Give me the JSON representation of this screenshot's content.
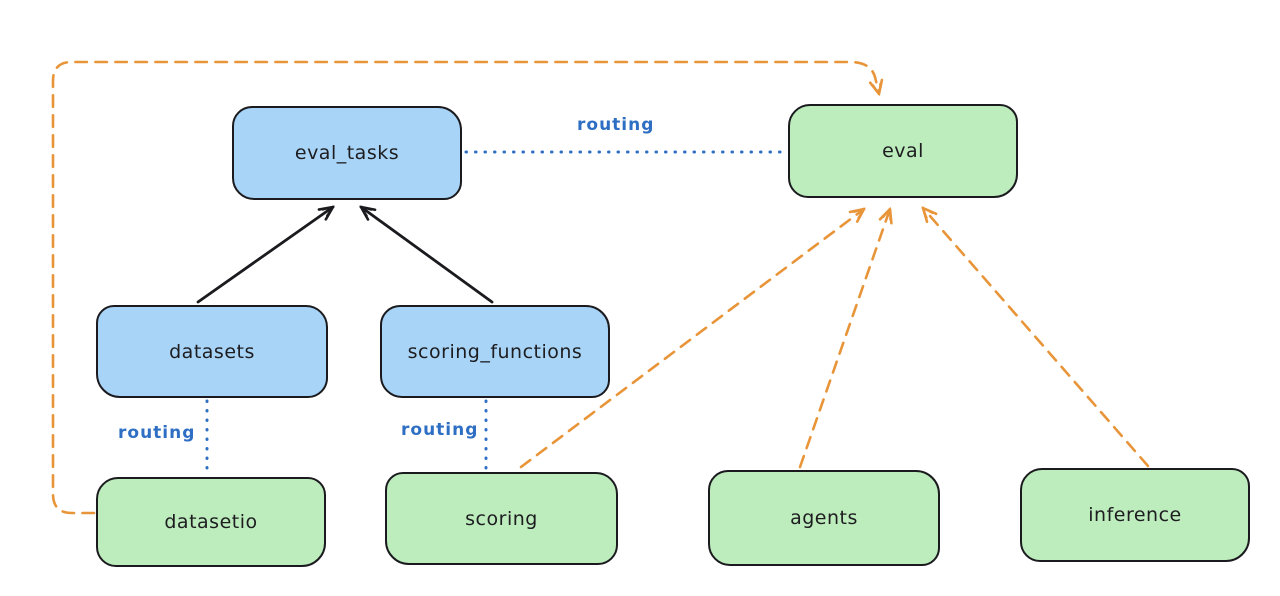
{
  "colors": {
    "background": "#ffffff",
    "node_stroke": "#1b1b1f",
    "node_fill_blue": "#a8d4f7",
    "node_fill_green": "#bdecbd",
    "routing_line_blue": "#2e6fc4",
    "dashed_arrow_orange": "#e8953a",
    "solid_arrow_black": "#1b1b1f"
  },
  "nodes": {
    "eval_tasks": {
      "label": "eval_tasks",
      "fill": "#a8d4f7",
      "color_group": "blue"
    },
    "eval": {
      "label": "eval",
      "fill": "#bdecbd",
      "color_group": "green"
    },
    "datasets": {
      "label": "datasets",
      "fill": "#a8d4f7",
      "color_group": "blue"
    },
    "scoring_functions": {
      "label": "scoring_functions",
      "fill": "#a8d4f7",
      "color_group": "blue"
    },
    "datasetio": {
      "label": "datasetio",
      "fill": "#bdecbd",
      "color_group": "green"
    },
    "scoring": {
      "label": "scoring",
      "fill": "#bdecbd",
      "color_group": "green"
    },
    "agents": {
      "label": "agents",
      "fill": "#bdecbd",
      "color_group": "green"
    },
    "inference": {
      "label": "inference",
      "fill": "#bdecbd",
      "color_group": "green"
    }
  },
  "edge_labels": {
    "eval_tasks_eval": "routing",
    "datasets_datasetio": "routing",
    "scoring_functions_scoring": "routing"
  },
  "edges": [
    {
      "from": "datasets",
      "to": "eval_tasks",
      "style": "solid",
      "color": "black",
      "arrowhead": true
    },
    {
      "from": "scoring_functions",
      "to": "eval_tasks",
      "style": "solid",
      "color": "black",
      "arrowhead": true
    },
    {
      "from": "eval_tasks",
      "to": "eval",
      "style": "dotted",
      "color": "blue",
      "arrowhead": false,
      "label": "routing"
    },
    {
      "from": "datasets",
      "to": "datasetio",
      "style": "dotted",
      "color": "blue",
      "arrowhead": false,
      "label": "routing"
    },
    {
      "from": "scoring_functions",
      "to": "scoring",
      "style": "dotted",
      "color": "blue",
      "arrowhead": false,
      "label": "routing"
    },
    {
      "from": "datasetio",
      "to": "eval",
      "style": "dashed",
      "color": "orange",
      "arrowhead": true,
      "route": "around-left-and-top"
    },
    {
      "from": "scoring",
      "to": "eval",
      "style": "dashed",
      "color": "orange",
      "arrowhead": true
    },
    {
      "from": "agents",
      "to": "eval",
      "style": "dashed",
      "color": "orange",
      "arrowhead": true
    },
    {
      "from": "inference",
      "to": "eval",
      "style": "dashed",
      "color": "orange",
      "arrowhead": true
    }
  ]
}
